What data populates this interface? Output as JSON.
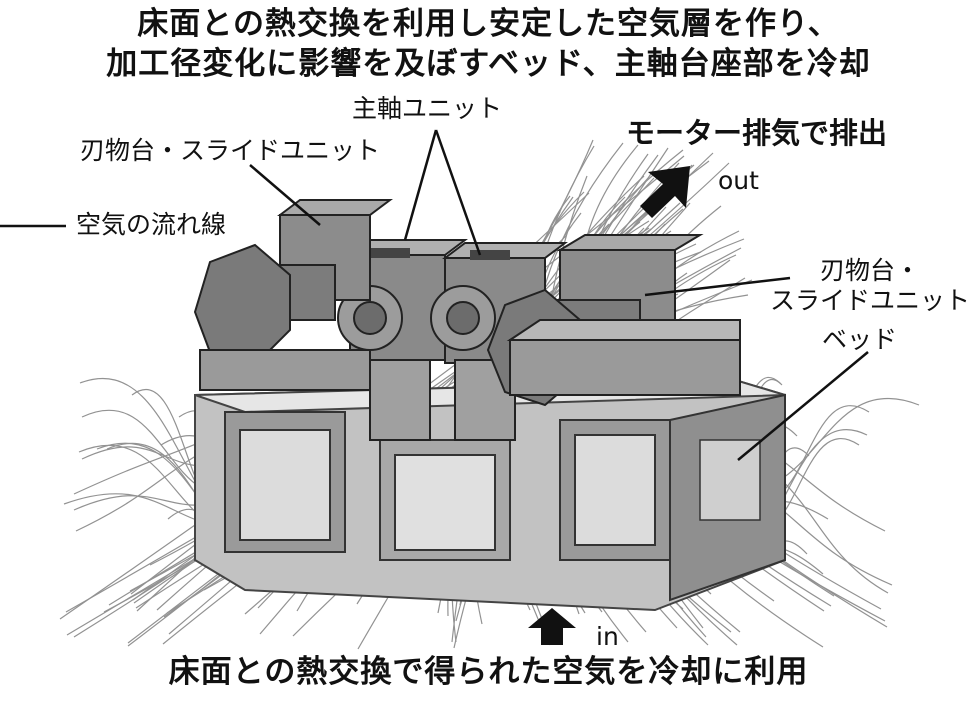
{
  "title": {
    "line1": "床面との熱交換を利用し安定した空気層を作り、",
    "line2": "加工径変化に影響を及ぼすベッド、主軸台座部を冷却"
  },
  "labels": {
    "spindle_unit": "主軸ユニット",
    "tool_slide_left": "刃物台・スライドユニット",
    "air_flow_lines": "空気の流れ線",
    "motor_exhaust": "モーター排気で排出",
    "out": "out",
    "tool_slide_right_1": "刃物台・",
    "tool_slide_right_2": "スライドユニット",
    "bed": "ベッド",
    "in": "in"
  },
  "bottom_caption": "床面との熱交換で得られた空気を冷却に利用",
  "colors": {
    "unit_fill": "#8c8c8c",
    "unit_dark": "#5a5a5a",
    "bed_fill": "#b5b5b5",
    "flow_line": "#6e6e6e",
    "arrow": "#111111"
  },
  "icons": {
    "out_arrow": "arrow-up-right-icon",
    "in_arrow": "arrow-up-icon"
  }
}
